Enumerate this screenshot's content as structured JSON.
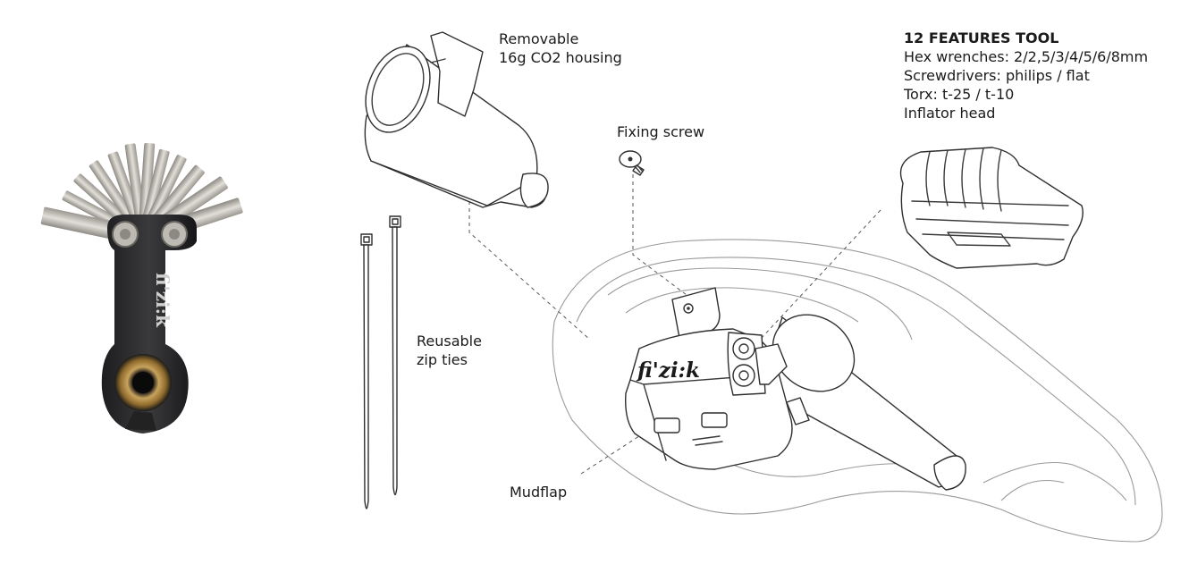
{
  "labels": {
    "co2_housing": [
      "Removable",
      "16g CO2 housing"
    ],
    "fixing_screw": "Fixing screw",
    "zip_ties": [
      "Reusable",
      "zip ties"
    ],
    "mudflap": "Mudflap"
  },
  "features": {
    "title": "12 FEATURES TOOL",
    "items": [
      "Hex wrenches: 2/2,5/3/4/5/6/8mm",
      "Screwdrivers: philips / flat",
      "Torx: t-25 / t-10",
      "Inflator head"
    ]
  },
  "brand": {
    "tool_logo": "fi'zi:k",
    "case_logo": "fi'zi:k"
  }
}
